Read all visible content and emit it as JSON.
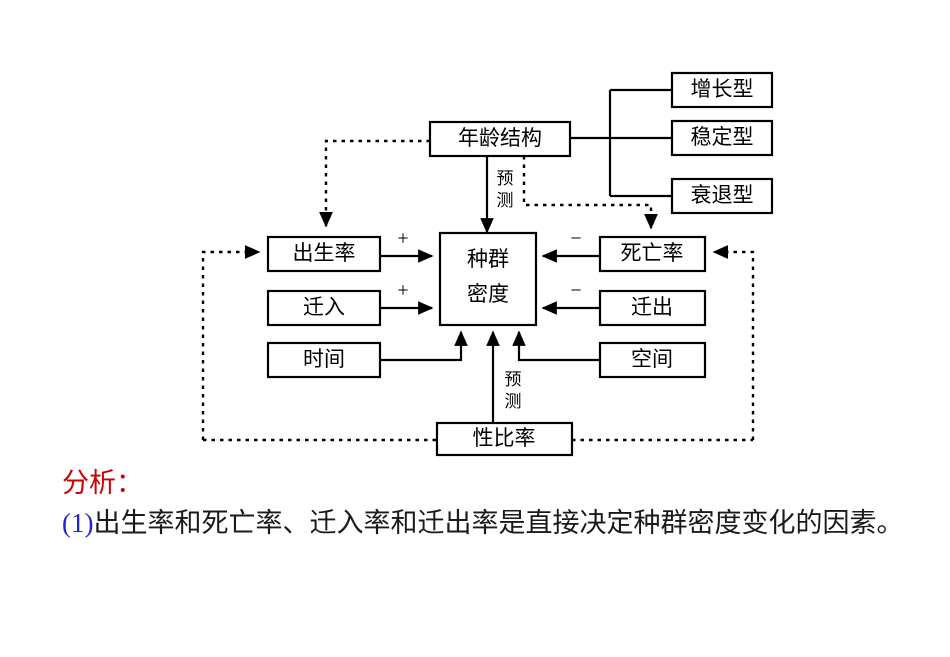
{
  "slide": {
    "title_hidden": "",
    "background_color": "#ffffff"
  },
  "diagram": {
    "name": "population-density-factors-diagram",
    "nodes": {
      "age_structure": "年龄结构",
      "growth_type": "增长型",
      "stable_type": "稳定型",
      "declining_type": "衰退型",
      "birth_rate": "出生率",
      "immigration": "迁入",
      "time": "时间",
      "population_density_line1": "种群",
      "population_density_line2": "密度",
      "death_rate": "死亡率",
      "emigration": "迁出",
      "space": "空间",
      "sex_ratio": "性比率"
    },
    "edge_labels": {
      "predict_from_age_line1": "预",
      "predict_from_age_line2": "测",
      "predict_from_sex_line1": "预",
      "predict_from_sex_line2": "测",
      "plus_birth": "+",
      "plus_immigration": "+",
      "minus_death": "−",
      "minus_emigration": "−"
    },
    "colors": {
      "stroke": "#000000",
      "fill": "#ffffff"
    }
  },
  "analysis": {
    "heading": "分析：",
    "item_marker": "(1)",
    "item_text": "出生率和死亡率、迁入率和迁出率是直接决定种群密度变化的因素。",
    "heading_color": "#cc0000",
    "marker_color": "#2222cc"
  }
}
